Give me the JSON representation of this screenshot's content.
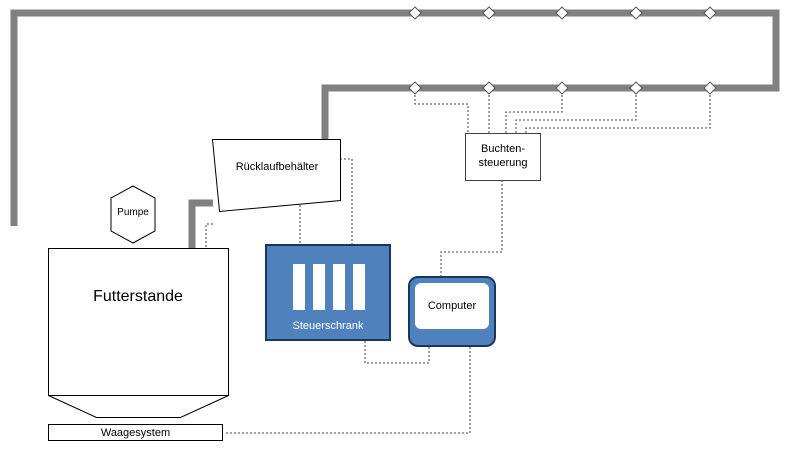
{
  "diagram": {
    "nodes": {
      "futterstande": {
        "label": "Futterstande"
      },
      "pumpe": {
        "label": "Pumpe"
      },
      "ruecklaufbehaelter": {
        "label": "Rücklaufbehälter"
      },
      "steuerschrank": {
        "label": "Steuerschrank"
      },
      "computer": {
        "label": "Computer"
      },
      "buchtensteuerung": {
        "label_line1": "Buchten-",
        "label_line2": "steuerung"
      },
      "waagesystem": {
        "label": "Waagesystem"
      }
    },
    "colors": {
      "pipe_gray": "#808080",
      "box_blue_fill": "#4f81bd",
      "box_blue_border": "#17375e",
      "dotted_line": "#404040",
      "outline_black": "#000000"
    }
  }
}
